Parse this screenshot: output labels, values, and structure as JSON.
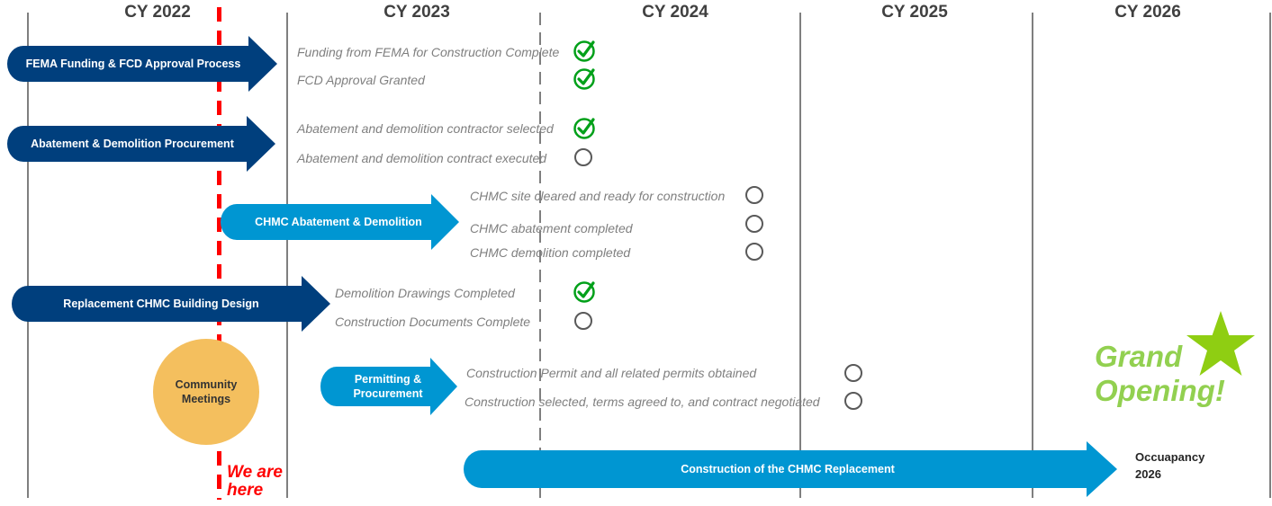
{
  "years": [
    "CY 2022",
    "CY 2023",
    "CY 2024",
    "CY 2025",
    "CY 2026"
  ],
  "colors": {
    "dark_blue": "#003f7d",
    "light_blue": "#0096d2",
    "red": "#ff0000",
    "green": "#00a019",
    "gold": "#f4bf5e",
    "lime": "#92d050"
  },
  "tracks": {
    "fema": {
      "label": "FEMA Funding & FCD Approval Process",
      "milestones": [
        {
          "text": "Funding from FEMA for Construction Complete",
          "status": "complete",
          "icon": "check-icon"
        },
        {
          "text": "FCD Approval Granted",
          "status": "complete",
          "icon": "check-icon"
        }
      ]
    },
    "procurement": {
      "label": "Abatement & Demolition Procurement",
      "milestones": [
        {
          "text": "Abatement and demolition contractor selected",
          "status": "complete",
          "icon": "check-icon"
        },
        {
          "text": "Abatement and demolition contract executed",
          "status": "pending",
          "icon": "circle-icon"
        }
      ]
    },
    "abatement": {
      "label": "CHMC Abatement & Demolition",
      "milestones": [
        {
          "text": "CHMC site cleared and ready for construction",
          "status": "pending",
          "icon": "circle-icon"
        },
        {
          "text": "CHMC abatement completed",
          "status": "pending",
          "icon": "circle-icon"
        },
        {
          "text": "CHMC demolition completed",
          "status": "pending",
          "icon": "circle-icon"
        }
      ]
    },
    "design": {
      "label": "Replacement CHMC Building Design",
      "milestones": [
        {
          "text": "Demolition Drawings Completed",
          "status": "complete",
          "icon": "check-icon"
        },
        {
          "text": "Construction Documents Complete",
          "status": "pending",
          "icon": "circle-icon"
        }
      ]
    },
    "permitting": {
      "label": "Permitting & Procurement",
      "milestones": [
        {
          "text": "Construction Permit and all related permits obtained",
          "status": "pending",
          "icon": "circle-icon"
        },
        {
          "text": "Construction selected, terms agreed to, and contract negotiated",
          "status": "pending",
          "icon": "circle-icon"
        }
      ]
    },
    "construction": {
      "label": "Construction of the CHMC Replacement"
    }
  },
  "community": "Community Meetings",
  "we_are_here": "We are here",
  "grand_opening": "Grand Opening!",
  "occupancy": "Occuapancy 2026"
}
